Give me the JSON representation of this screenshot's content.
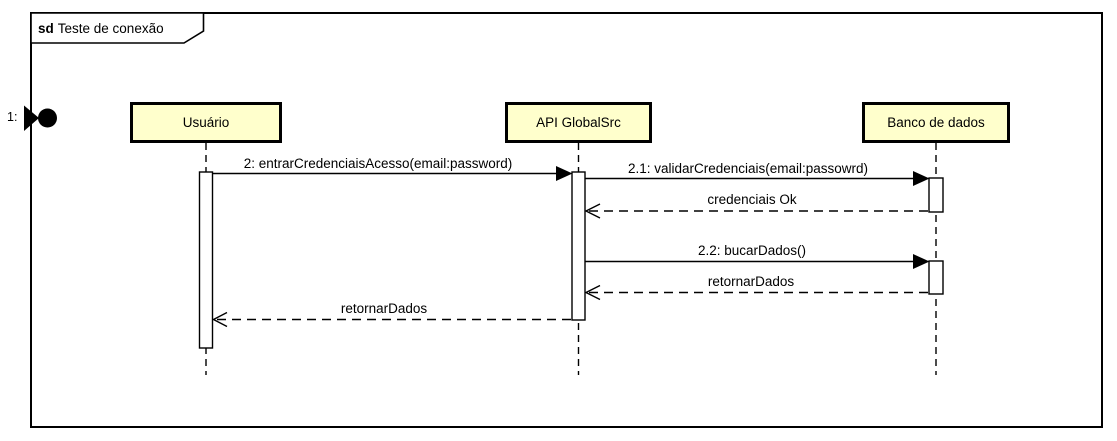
{
  "frame": {
    "keyword": "sd",
    "title": "Teste de conexão"
  },
  "found_message": {
    "label": "1:",
    "symbol": "filled-arrow-into-circle"
  },
  "lifelines": [
    {
      "name": "Usuário"
    },
    {
      "name": "API GlobalSrc"
    },
    {
      "name": "Banco de dados"
    }
  ],
  "messages": [
    {
      "label": "2: entrarCredenciaisAcesso(email:password)",
      "type": "sync-call",
      "from": "Usuário",
      "to": "API GlobalSrc",
      "line": "solid",
      "arrow": "filled"
    },
    {
      "label": "2.1: validarCredenciais(email:passowrd)",
      "type": "sync-call",
      "from": "API GlobalSrc",
      "to": "Banco de dados",
      "line": "solid",
      "arrow": "filled"
    },
    {
      "label": "credenciais Ok",
      "type": "return",
      "from": "Banco de dados",
      "to": "API GlobalSrc",
      "line": "dashed",
      "arrow": "open"
    },
    {
      "label": "2.2: bucarDados()",
      "type": "sync-call",
      "from": "API GlobalSrc",
      "to": "Banco de dados",
      "line": "solid",
      "arrow": "filled"
    },
    {
      "label": "retornarDados",
      "type": "return",
      "from": "Banco de dados",
      "to": "API GlobalSrc",
      "line": "dashed",
      "arrow": "open"
    },
    {
      "label": "retornarDados",
      "type": "return",
      "from": "API GlobalSrc",
      "to": "Usuário",
      "line": "dashed",
      "arrow": "open"
    }
  ],
  "colors": {
    "lifeline_head_fill": "#FFFFCC",
    "stroke": "#000000",
    "background": "#FFFFFF"
  }
}
